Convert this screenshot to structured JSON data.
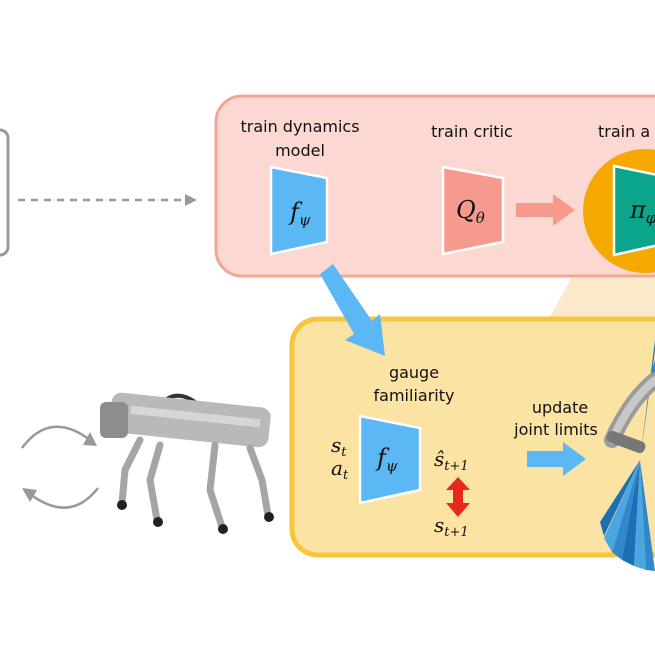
{
  "colors": {
    "pink_box_fill": "#fbd9d2",
    "pink_box_stroke": "#f4a598",
    "yellow_box_fill": "#fbe3a3",
    "yellow_box_stroke": "#f7c63e",
    "dynamics_model": "#5bb8f5",
    "critic": "#f59a8c",
    "actor": "#0aa58a",
    "actor_highlight": "#f5a800",
    "error_arrow": "#e8281c"
  },
  "training": {
    "dynamics_label_1": "train dynamics",
    "dynamics_label_2": "model",
    "dynamics_symbol": "f",
    "dynamics_sub": "ψ",
    "critic_label": "train critic",
    "critic_symbol": "Q",
    "critic_sub": "θ",
    "actor_label": "train a",
    "actor_symbol": "π",
    "actor_sub": "φ"
  },
  "deployment": {
    "gauge_label_1": "gauge",
    "gauge_label_2": "familiarity",
    "state": "s",
    "state_sub": "t",
    "action": "a",
    "action_sub": "t",
    "model_symbol": "f",
    "model_sub": "ψ",
    "predicted_next": "ŝ",
    "predicted_sub": "t+1",
    "actual_next": "s",
    "actual_sub": "t+1",
    "update_label_1": "update",
    "update_label_2": "joint limits"
  }
}
